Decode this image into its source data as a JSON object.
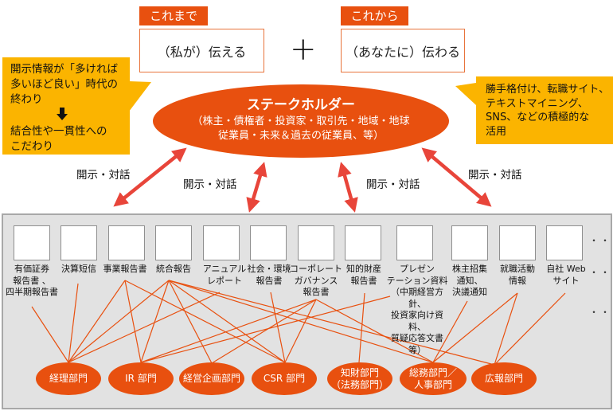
{
  "header": {
    "before_tag": "これまで",
    "before_text": "（私が）伝える",
    "plus": "+",
    "after_tag": "これから",
    "after_text": "（あなたに）伝わる"
  },
  "callout_left": {
    "line1": "開示情報が「多ければ",
    "line2": "多いほど良い」時代の",
    "line3": "終わり",
    "arrow": "🡇",
    "line4": "結合性や一貫性への",
    "line5": "こだわり"
  },
  "callout_right": {
    "line1": "勝手格付け、転職サイト、",
    "line2": "テキストマイニング、",
    "line3": "SNS、などの積極的な",
    "line4": "活用"
  },
  "stakeholder": {
    "title": "ステークホルダー",
    "sub1": "（株主・債権者・投資家・取引先・地域・地球",
    "sub2": "従業員・未来＆過去の従業員、等）"
  },
  "dialogue_labels": [
    "開示・対話",
    "開示・対話",
    "開示・対話",
    "開示・対話"
  ],
  "documents": [
    {
      "label": "有価証券\n報告書 、\n四半期報告書"
    },
    {
      "label": "決算短信"
    },
    {
      "label": "事業報告書"
    },
    {
      "label": "統合報告"
    },
    {
      "label": "アニュアル\nレポート"
    },
    {
      "label": "社会・環境\n報告書"
    },
    {
      "label": "コーポレート\nガバナンス\n報告書"
    },
    {
      "label": "知的財産\n報告書"
    },
    {
      "label": "プレゼン\nテーション資料\n（中期経営方針、\n投資家向け資料、\n質疑応答文書等）"
    },
    {
      "label": "株主招集\n通知、\n決議通知"
    },
    {
      "label": "就職活動\n情報"
    },
    {
      "label": "自社 Web\nサイト"
    }
  ],
  "ellipsis": [
    "・・・",
    "・・・",
    "・・・"
  ],
  "departments": [
    {
      "label": "経理部門"
    },
    {
      "label": "IR 部門"
    },
    {
      "label": "経営企画部門"
    },
    {
      "label": "CSR 部門"
    },
    {
      "label": "知財部門\n（法務部門）"
    },
    {
      "label": "総務部門／\n人事部門"
    },
    {
      "label": "広報部門"
    }
  ],
  "connections": [
    {
      "doc": "有価証券報告書",
      "dept": "経理部門"
    },
    {
      "doc": "決算短信",
      "dept": "経理部門"
    },
    {
      "doc": "事業報告書",
      "dept": "経理部門"
    },
    {
      "doc": "事業報告書",
      "dept": "IR 部門"
    },
    {
      "doc": "事業報告書",
      "dept": "CSR 部門"
    },
    {
      "doc": "統合報告",
      "dept": "経理部門"
    },
    {
      "doc": "統合報告",
      "dept": "IR 部門"
    },
    {
      "doc": "統合報告",
      "dept": "経営企画部門"
    },
    {
      "doc": "統合報告",
      "dept": "CSR 部門"
    },
    {
      "doc": "統合報告",
      "dept": "総務部門／人事部門"
    },
    {
      "doc": "統合報告",
      "dept": "広報部門"
    },
    {
      "doc": "アニュアルレポート",
      "dept": "経理部門"
    },
    {
      "doc": "社会・環境報告書",
      "dept": "CSR 部門"
    },
    {
      "doc": "コーポレートガバナンス報告書",
      "dept": "IR 部門"
    },
    {
      "doc": "コーポレートガバナンス報告書",
      "dept": "経営企画部門"
    },
    {
      "doc": "コーポレートガバナンス報告書",
      "dept": "CSR 部門"
    },
    {
      "doc": "コーポレートガバナンス報告書",
      "dept": "総務部門／人事部門"
    },
    {
      "doc": "知的財産報告書",
      "dept": "知財部門（法務部門）"
    },
    {
      "doc": "プレゼンテーション資料",
      "dept": "IR 部門"
    },
    {
      "doc": "株主招集通知、決議通知",
      "dept": "総務部門／人事部門"
    },
    {
      "doc": "就職活動情報",
      "dept": "総務部門／人事部門"
    },
    {
      "doc": "就職活動情報",
      "dept": "広報部門"
    },
    {
      "doc": "自社 Web サイト",
      "dept": "広報部門"
    }
  ],
  "colors": {
    "accent": "#e8500f",
    "callout": "#fbb400",
    "arrow": "#e8453a",
    "panel": "#e2e2e2",
    "line": "#e8500f"
  }
}
